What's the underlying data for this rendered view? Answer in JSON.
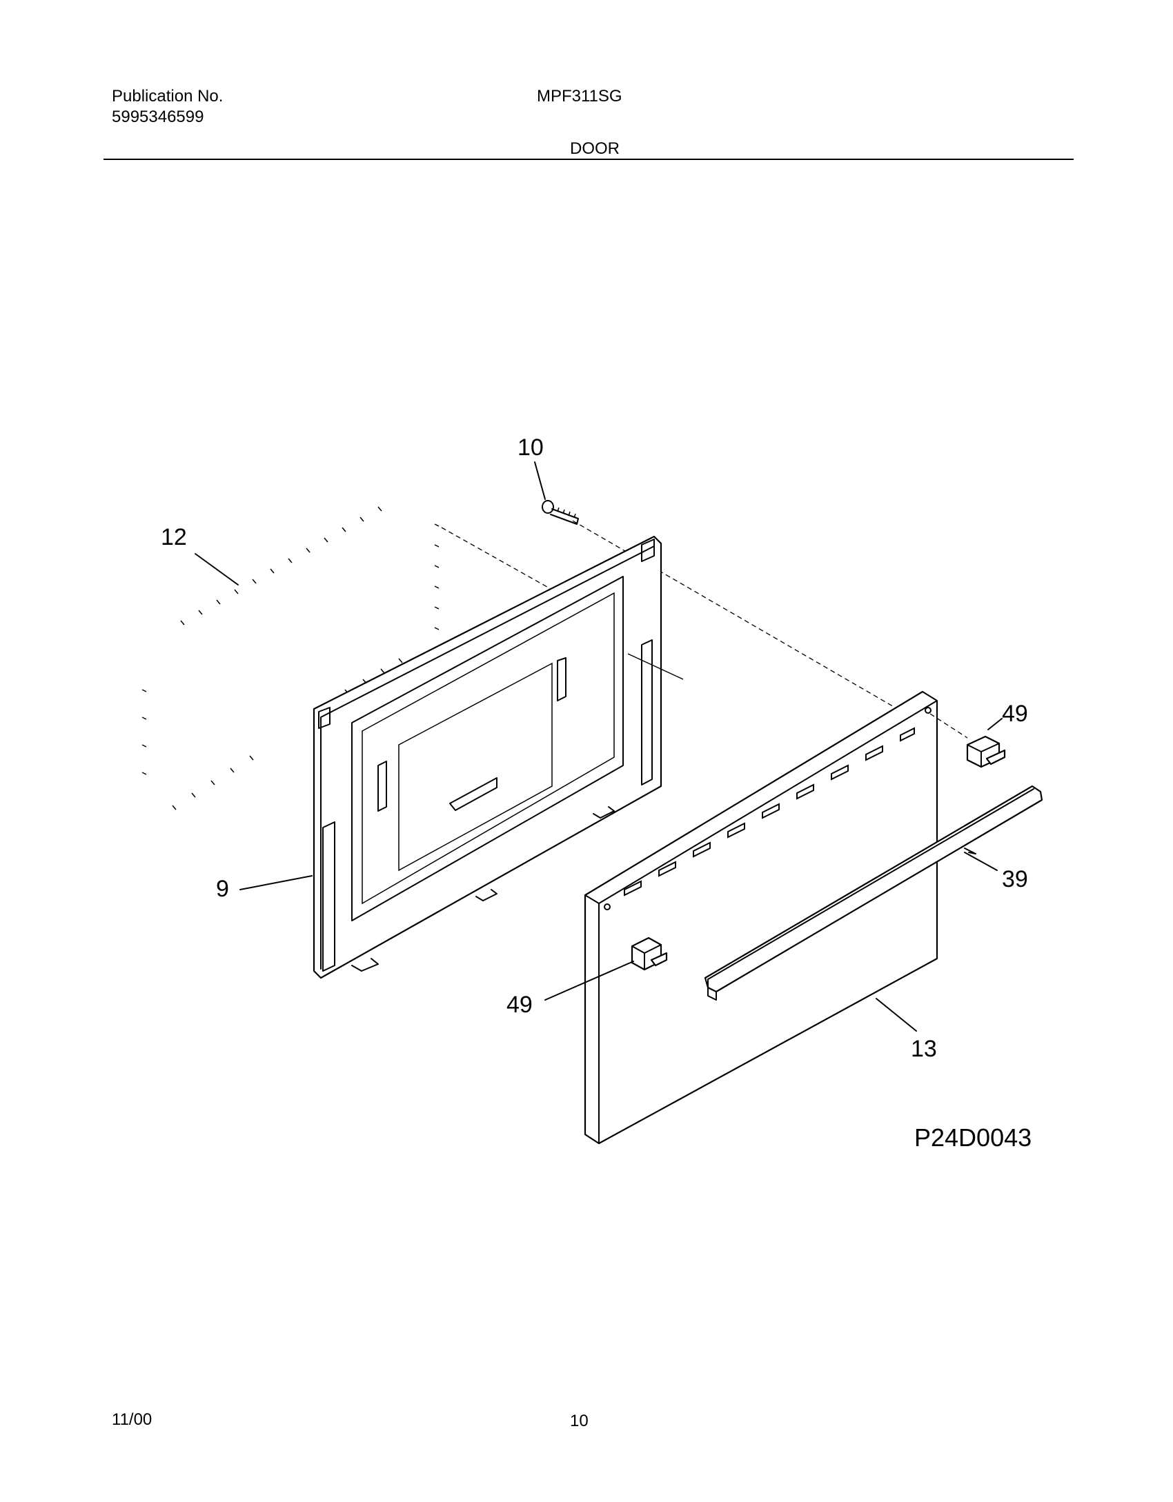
{
  "header": {
    "publication_label": "Publication No.",
    "publication_number": "5995346599",
    "model": "MPF311SG",
    "section": "DOOR"
  },
  "diagram": {
    "figure_id": "P24D0043",
    "callouts": {
      "gasket": "12",
      "screw": "10",
      "door_liner": "9",
      "hinge_cover_top": "49",
      "hinge_cover_bottom": "49",
      "handle_trim": "39",
      "outer_door_panel": "13"
    }
  },
  "footer": {
    "date": "11/00",
    "page": "10"
  }
}
